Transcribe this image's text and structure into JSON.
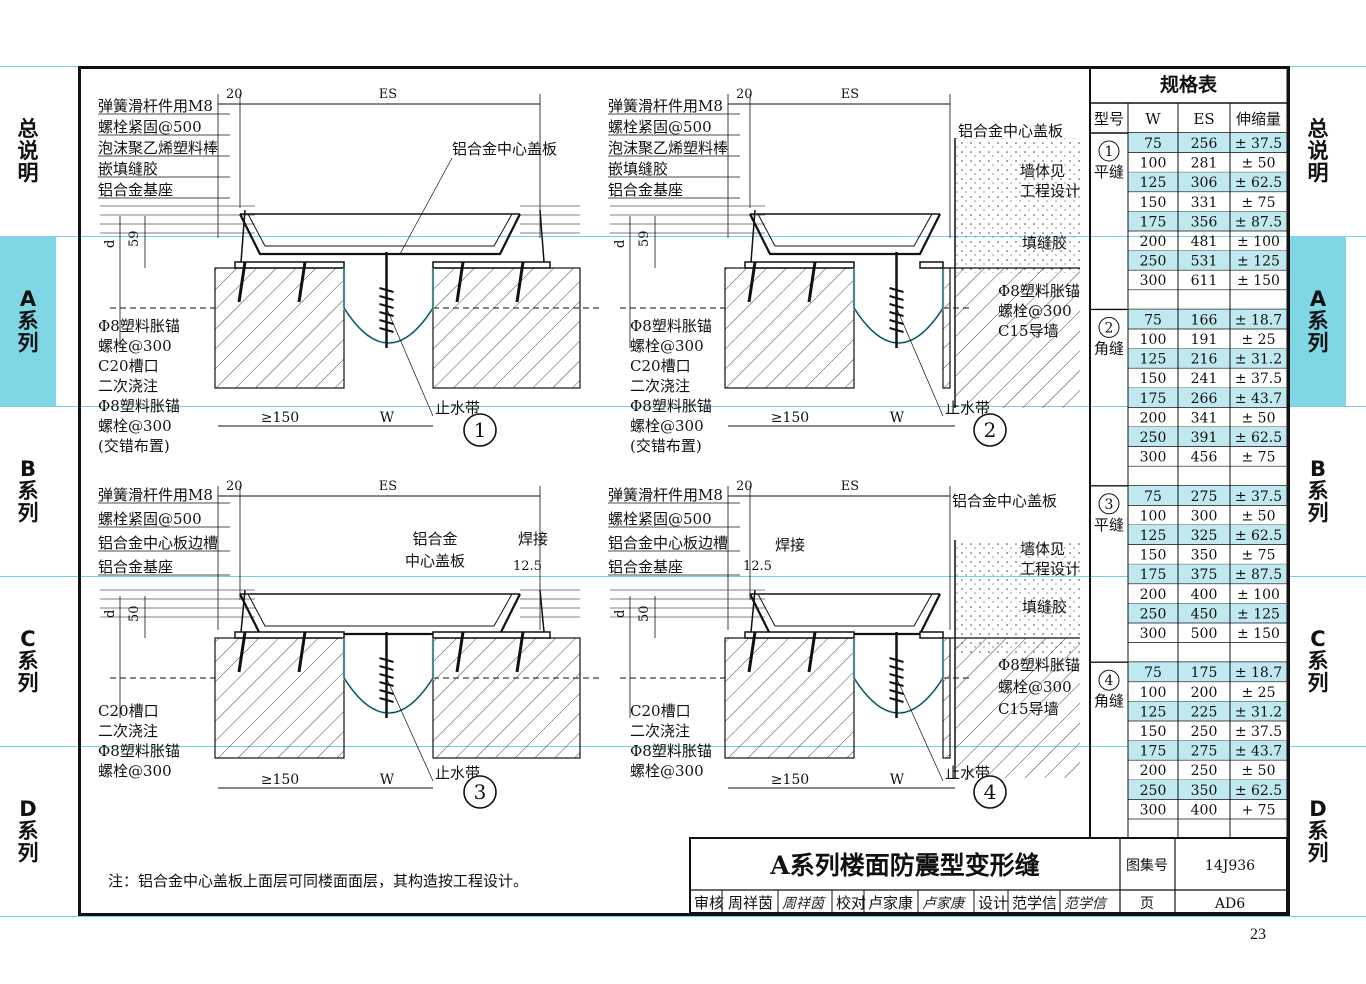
{
  "left_tabs": [
    {
      "label": "总说明",
      "active": false
    },
    {
      "label": "A系列",
      "active": true
    },
    {
      "label": "B系列",
      "active": false
    },
    {
      "label": "C系列",
      "active": false
    },
    {
      "label": "D系列",
      "active": false
    }
  ],
  "right_tabs": [
    {
      "label": "总说明",
      "active": false
    },
    {
      "label": "A系列",
      "active": true
    },
    {
      "label": "B系列",
      "active": false
    },
    {
      "label": "C系列",
      "active": false
    },
    {
      "label": "D系列",
      "active": false
    }
  ],
  "colors": {
    "accent": "#7fd6e4",
    "band": "#bfe8ef",
    "guide": "#6fd3e3"
  },
  "details": [
    {
      "number": "1",
      "dim_top": [
        "20",
        "ES"
      ],
      "dim_side": [
        "59",
        "d"
      ],
      "dim_bottom": [
        "≥150",
        "W"
      ],
      "labels_left": [
        "弹簧滑杆件用M8",
        "螺栓紧固@500",
        "泡沫聚乙烯塑料棒",
        "嵌填缝胶",
        "铝合金基座"
      ],
      "labels_top_right": [
        "铝合金中心盖板"
      ],
      "labels_right": [],
      "labels_bottom_left": [
        "Φ8塑料胀锚",
        "螺栓@300",
        "C20槽口",
        "二次浇注",
        "Φ8塑料胀锚",
        "螺栓@300",
        "(交错布置)"
      ],
      "label_waterstop": "止水带"
    },
    {
      "number": "2",
      "dim_top": [
        "20",
        "ES"
      ],
      "dim_side": [
        "59",
        "d"
      ],
      "dim_bottom": [
        "≥150",
        "W"
      ],
      "labels_left": [
        "弹簧滑杆件用M8",
        "螺栓紧固@500",
        "泡沫聚乙烯塑料棒",
        "嵌填缝胶",
        "铝合金基座"
      ],
      "labels_top_right": [
        "铝合金中心盖板"
      ],
      "labels_right": [
        "墙体见",
        "工程设计",
        "填缝胶",
        "Φ8塑料胀锚",
        "螺栓@300",
        "C15导墙"
      ],
      "labels_bottom_left": [
        "Φ8塑料胀锚",
        "螺栓@300",
        "C20槽口",
        "二次浇注",
        "Φ8塑料胀锚",
        "螺栓@300",
        "(交错布置)"
      ],
      "label_waterstop": "止水带"
    },
    {
      "number": "3",
      "dim_top": [
        "20",
        "ES",
        "12.5"
      ],
      "dim_side": [
        "50",
        "d"
      ],
      "dim_bottom": [
        "≥150",
        "W"
      ],
      "labels_left": [
        "弹簧滑杆件用M8",
        "螺栓紧固@500",
        "铝合金中心板边槽",
        "铝合金基座"
      ],
      "labels_top_right": [
        "铝合金",
        "中心盖板",
        "焊接"
      ],
      "labels_right": [],
      "labels_bottom_left": [
        "C20槽口",
        "二次浇注",
        "Φ8塑料胀锚",
        "螺栓@300"
      ],
      "label_waterstop": "止水带"
    },
    {
      "number": "4",
      "dim_top": [
        "20",
        "ES",
        "12.5"
      ],
      "dim_side": [
        "50",
        "d"
      ],
      "dim_bottom": [
        "≥150",
        "W"
      ],
      "labels_left": [
        "弹簧滑杆件用M8",
        "螺栓紧固@500",
        "铝合金中心板边槽",
        "铝合金基座"
      ],
      "labels_top_right": [
        "铝合金中心盖板",
        "焊接"
      ],
      "labels_right": [
        "墙体见",
        "工程设计",
        "填缝胶",
        "Φ8塑料胀锚",
        "螺栓@300",
        "C15导墙"
      ],
      "labels_bottom_left": [
        "C20槽口",
        "二次浇注",
        "Φ8塑料胀锚",
        "螺栓@300"
      ],
      "label_waterstop": "止水带"
    }
  ],
  "note": "注：铝合金中心盖板上面层可同楼面面层，其构造按工程设计。",
  "spec_table": {
    "title": "规格表",
    "headers": [
      "型号",
      "W",
      "ES",
      "伸缩量"
    ],
    "groups": [
      {
        "num": "1",
        "type": "平缝",
        "rows": [
          [
            "75",
            "256",
            "± 37.5"
          ],
          [
            "100",
            "281",
            "± 50"
          ],
          [
            "125",
            "306",
            "± 62.5"
          ],
          [
            "150",
            "331",
            "± 75"
          ],
          [
            "175",
            "356",
            "± 87.5"
          ],
          [
            "200",
            "481",
            "± 100"
          ],
          [
            "250",
            "531",
            "± 125"
          ],
          [
            "300",
            "611",
            "± 150"
          ]
        ]
      },
      {
        "num": "2",
        "type": "角缝",
        "rows": [
          [
            "75",
            "166",
            "± 18.7"
          ],
          [
            "100",
            "191",
            "± 25"
          ],
          [
            "125",
            "216",
            "± 31.2"
          ],
          [
            "150",
            "241",
            "± 37.5"
          ],
          [
            "175",
            "266",
            "± 43.7"
          ],
          [
            "200",
            "341",
            "± 50"
          ],
          [
            "250",
            "391",
            "± 62.5"
          ],
          [
            "300",
            "456",
            "± 75"
          ]
        ]
      },
      {
        "num": "3",
        "type": "平缝",
        "rows": [
          [
            "75",
            "275",
            "± 37.5"
          ],
          [
            "100",
            "300",
            "± 50"
          ],
          [
            "125",
            "325",
            "± 62.5"
          ],
          [
            "150",
            "350",
            "± 75"
          ],
          [
            "175",
            "375",
            "± 87.5"
          ],
          [
            "200",
            "400",
            "± 100"
          ],
          [
            "250",
            "450",
            "± 125"
          ],
          [
            "300",
            "500",
            "± 150"
          ]
        ]
      },
      {
        "num": "4",
        "type": "角缝",
        "rows": [
          [
            "75",
            "175",
            "± 18.7"
          ],
          [
            "100",
            "200",
            "± 25"
          ],
          [
            "125",
            "225",
            "± 31.2"
          ],
          [
            "150",
            "250",
            "± 37.5"
          ],
          [
            "175",
            "275",
            "± 43.7"
          ],
          [
            "200",
            "250",
            "± 50"
          ],
          [
            "250",
            "350",
            "± 62.5"
          ],
          [
            "300",
            "400",
            "+ 75"
          ]
        ]
      }
    ]
  },
  "title_block": {
    "title": "A系列楼面防震型变形缝",
    "atlas_label": "图集号",
    "atlas_no": "14J936",
    "page_label": "页",
    "page_code": "AD6",
    "review_label": "审核",
    "reviewer": "周祥茵",
    "reviewer_sig": "周祥茵",
    "check_label": "校对",
    "checker": "卢家康",
    "checker_sig": "卢家康",
    "design_label": "设计",
    "designer": "范学信",
    "designer_sig": "范学信"
  },
  "page_number": "23"
}
